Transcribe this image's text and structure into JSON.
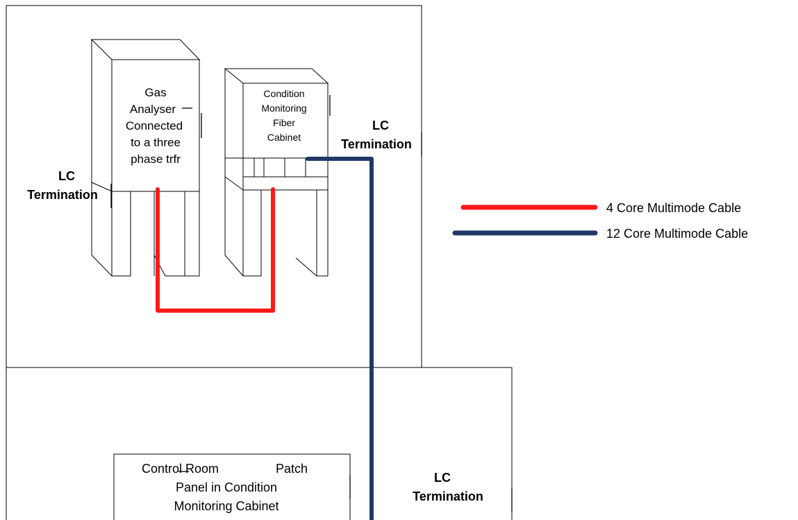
{
  "equipment": {
    "gas_analyser": [
      "Gas",
      "Analyser",
      "Connected",
      "to a three",
      "phase trfr"
    ],
    "fiber_cabinet": [
      "Condition",
      "Monitoring",
      "Fiber",
      "Cabinet"
    ],
    "patch_panel": [
      "Control Room",
      "Patch",
      "Panel in Condition",
      "Monitoring Cabinet"
    ]
  },
  "terminations": {
    "left": [
      "LC",
      "Termination"
    ],
    "cabinet": [
      "LC",
      "Termination"
    ],
    "control_room": [
      "LC",
      "Termination"
    ]
  },
  "legend": [
    {
      "label": "4 Core Multimode Cable",
      "color": "#ff1a1a"
    },
    {
      "label": "12 Core Multimode Cable",
      "color": "#1f3864"
    }
  ],
  "colors": {
    "red_cable": "#ff1a1a",
    "blue_cable": "#1f3864",
    "outline": "#000000"
  }
}
